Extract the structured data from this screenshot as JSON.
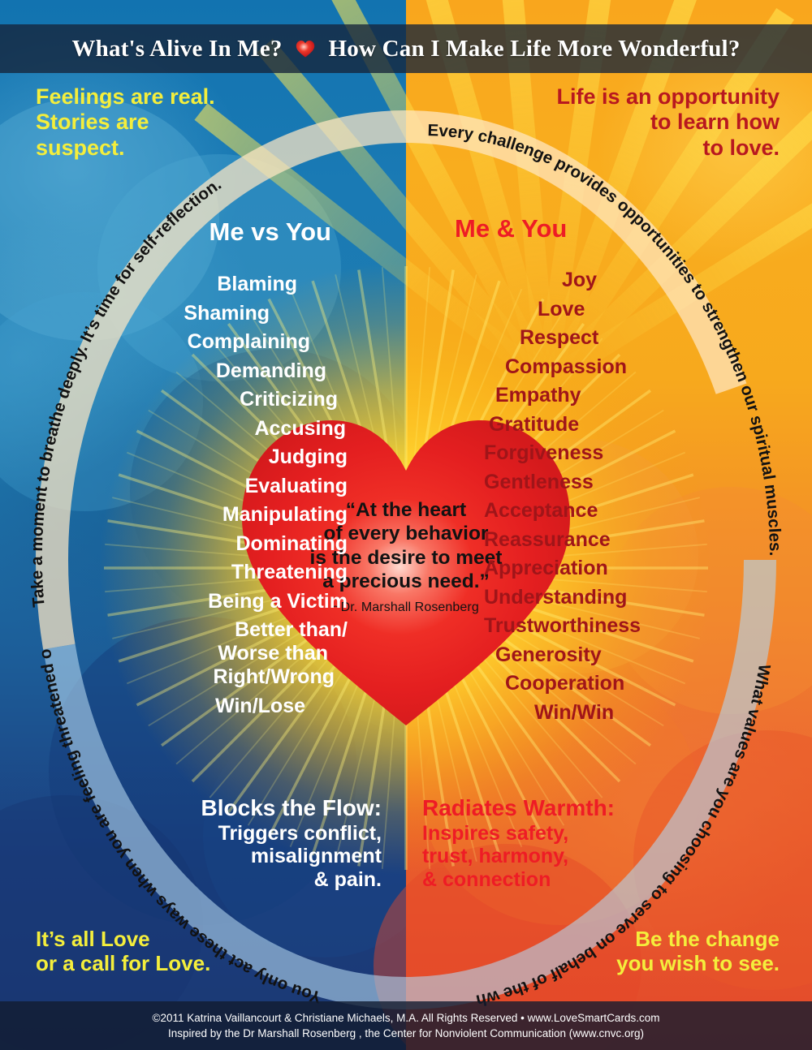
{
  "header": {
    "title_left": "What's Alive In Me?",
    "heart_icon": "heart-icon",
    "title_right": "How Can I Make Life More Wonderful?"
  },
  "slogans": {
    "top_left": "Feelings are real.\nStories are\nsuspect.",
    "top_right": "Life is an opportunity\nto learn how\nto love.",
    "bottom_left": "It’s all Love\nor a call for Love.",
    "bottom_right": "Be the change\nyou wish to see."
  },
  "arcs": {
    "left": "Take a moment to breathe deeply. It’s time for self-reflection.",
    "left_lower": "You only act these ways when you are feeling threatened or hurting inside.",
    "left_full": "You only act these ways when you are feeling threatened or hurting inside. Take a moment to breathe deeply. It’s time for self-reflection.",
    "right": "Every challenge provides opportunities to strengthen our spiritual muscles.",
    "right_lower": "What values are you choosing to serve on behalf of the whole?",
    "right_full": "Every challenge provides opportunities to strengthen our spiritual muscles. What values are you choosing to serve on behalf of the whole?"
  },
  "columns": {
    "left": {
      "heading": "Me vs You",
      "items": [
        "Blaming",
        "Shaming",
        "Complaining",
        "Demanding",
        "Criticizing",
        "Accusing",
        "Judging",
        "Evaluating",
        "Manipulating",
        "Dominating",
        "Threatening",
        "Being a Victim",
        "Better than/",
        "Worse than",
        "Right/Wrong",
        "Win/Lose"
      ]
    },
    "right": {
      "heading": "Me & You",
      "items": [
        "Joy",
        "Love",
        "Respect",
        "Compassion",
        "Empathy",
        "Gratitude",
        "Forgiveness",
        "Gentleness",
        "Acceptance",
        "Reassurance",
        "Appreciation",
        "Understanding",
        "Trustworthiness",
        "Generosity",
        "Cooperation",
        "Win/Win"
      ]
    }
  },
  "heart": {
    "quote": "“At the heart\nof every behavior\nis the desire to meet\na precious need.”",
    "attribution": "~Dr. Marshall Rosenberg"
  },
  "callouts": {
    "left": {
      "title": "Blocks the Flow:",
      "body": "Triggers conflict,\nmisalignment\n& pain."
    },
    "right": {
      "title": "Radiates Warmth:",
      "body": "Inspires safety,\ntrust, harmony,\n& connection"
    }
  },
  "footer": {
    "line1": "©2011 Katrina Vaillancourt & Christiane Michaels, M.A. All Rights Reserved • www.LoveSmartCards.com",
    "line2": "Inspired by the Dr Marshall Rosenberg , the Center for Nonviolent Communication (www.cnvc.org)"
  },
  "colors": {
    "blue_dark": "#1b3873",
    "blue_mid": "#1273b0",
    "orange": "#f9a61d",
    "orange_deep": "#e2482b",
    "yellow_text": "#f4ee3c",
    "red_bright": "#ee1c25",
    "red_dark": "#a01519",
    "white": "#ffffff",
    "band": "#16243a"
  }
}
